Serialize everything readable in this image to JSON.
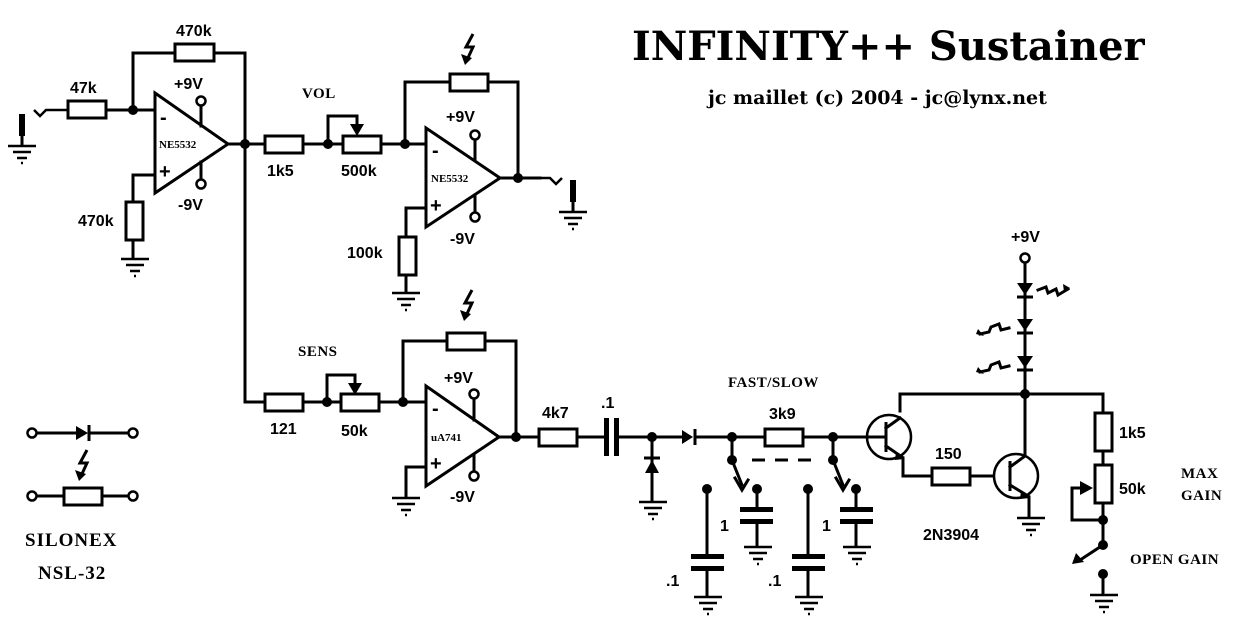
{
  "title": "INFINITY++ Sustainer",
  "subtitle": "jc maillet (c) 2004 - jc@lynx.net",
  "stage1": {
    "opamp": "NE5532",
    "input_resistor": "47k",
    "feedback_resistor": "470k",
    "bias_resistor": "470k",
    "supply_pos": "+9V",
    "supply_neg": "-9V",
    "minus": "-",
    "plus": "+"
  },
  "stage2": {
    "control_label": "VOL",
    "series_resistor": "1k5",
    "pot": "500k",
    "opamp": "NE5532",
    "bias_resistor": "100k",
    "supply_pos": "+9V",
    "supply_neg": "-9V",
    "minus": "-",
    "plus": "+"
  },
  "stage3": {
    "control_label": "SENS",
    "series_resistor": "121",
    "pot": "50k",
    "opamp": "uA741",
    "supply_pos": "+9V",
    "supply_neg": "-9V",
    "minus": "-",
    "plus": "+",
    "output_resistor": "4k7",
    "coupling_cap": ".1"
  },
  "envelope": {
    "switch_label": "FAST/SLOW",
    "resistor": "3k9",
    "cap_small_1": ".1",
    "cap_large_1": "1",
    "cap_small_2": ".1",
    "cap_large_2": "1"
  },
  "driver": {
    "supply": "+9V",
    "base_resistor": "150",
    "transistor": "2N3904",
    "gain_resistor": "1k5",
    "gain_pot": "50k",
    "max_gain_line1": "MAX",
    "max_gain_line2": "GAIN",
    "switch_label": "OPEN GAIN"
  },
  "legend": {
    "part_line1": "SILONEX",
    "part_line2": "NSL-32"
  }
}
